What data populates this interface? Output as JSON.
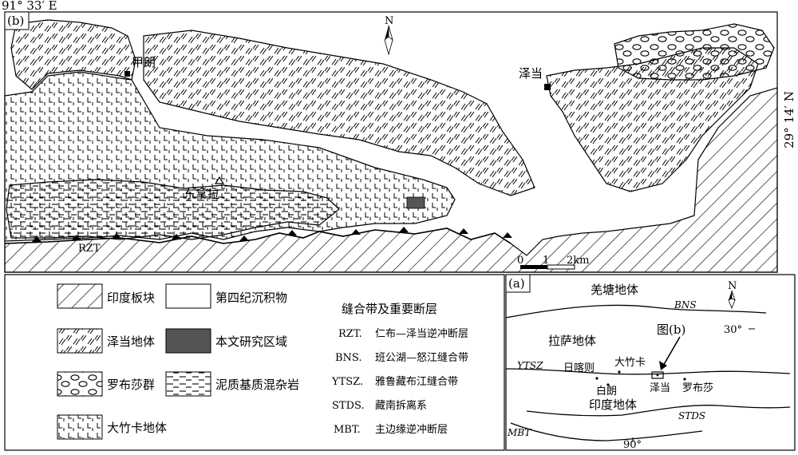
{
  "coords": {
    "top_lon": "91° 33′ E",
    "right_lat": "29° 14′ N"
  },
  "panel_b": {
    "label": "(b)",
    "places": {
      "jialang": "甲朗",
      "zedang": "泽当",
      "dongnala": "东拿拉"
    },
    "fault": "RZT",
    "north": "N",
    "scale": {
      "t0": "0",
      "t1": "1",
      "t2": "2km"
    }
  },
  "legend": {
    "items": [
      {
        "label": "印度板块"
      },
      {
        "label": "第四纪沉积物"
      },
      {
        "label": "泽当地体"
      },
      {
        "label": "本文研究区域"
      },
      {
        "label": "罗布莎群"
      },
      {
        "label": "泥质基质混杂岩"
      },
      {
        "label": "大竹卡地体"
      }
    ],
    "faults_title": "缝合带及重要断层",
    "faults": [
      {
        "abbr": "RZT.",
        "name": "仁布—泽当逆冲断层"
      },
      {
        "abbr": "BNS.",
        "name": "班公湖—怒江缝合带"
      },
      {
        "abbr": "YTSZ.",
        "name": "雅鲁藏布江缝合带"
      },
      {
        "abbr": "STDS.",
        "name": "藏南拆离系"
      },
      {
        "abbr": "MBT.",
        "name": "主边缘逆冲断层"
      }
    ]
  },
  "panel_a": {
    "label": "(a)",
    "north": "N",
    "terranes": {
      "qiangtang": "羌塘地体",
      "lhasa": "拉萨地体",
      "india": "印度地体"
    },
    "lines": {
      "bns": "BNS",
      "ytsz": "YTSZ",
      "stds": "STDS",
      "mbt": "MBT"
    },
    "ticks": {
      "lat": "30°",
      "lon": "90°"
    },
    "cities": {
      "rikaze": "日喀则",
      "dazhuka": "大竹卡",
      "bailang": "白朗",
      "zedang": "泽当",
      "luobusha": "罗布莎"
    },
    "fig_ref": "图(b)"
  }
}
